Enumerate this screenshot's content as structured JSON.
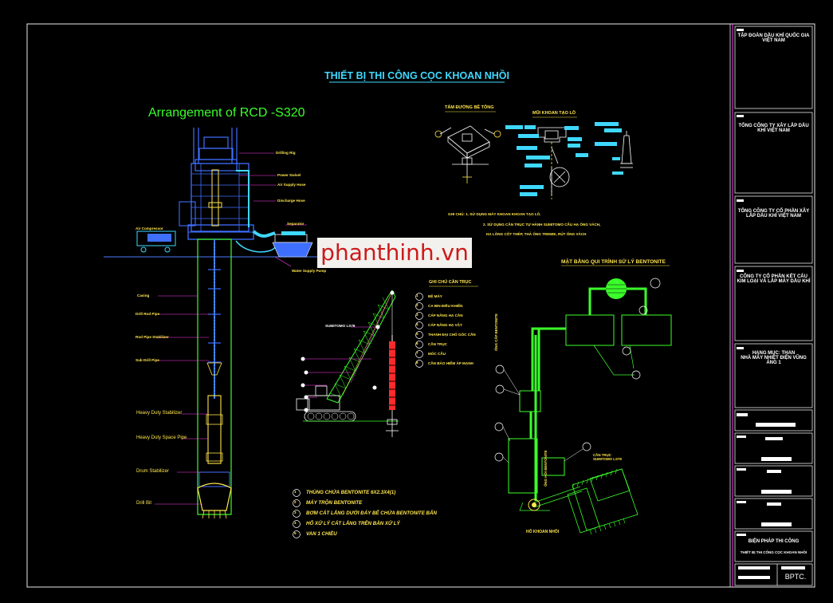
{
  "main_title": "THIẾT BỊ THI CÔNG CỌC KHOAN NHỒI",
  "arrangement_title": "Arrangement of RCD -S320",
  "watermark": "phanthinh.vn",
  "rig_labels": {
    "drilling_rig": "Drilling Rig",
    "power_swivel": "Power Swivel",
    "air_supply_hose": "Air Supply Hose",
    "discharge_hose": "Discharge Hose",
    "separator": "Separator",
    "air_compressor": "Air Compressor",
    "water_supply_pump": "Water Supply Pump",
    "casing": "Casing",
    "drill_rod_pipe": "Drill Rod Pipe",
    "rod_pipe_stabilizer": "Rod Pipe Stabilizer",
    "sub_drill_pipe": "Sub Drill Pipe",
    "heavy_duty_stabilizer": "Heavy Duty Stabilizer",
    "heavy_duty_spacer_pipe": "Heavy Duty Space Pipe",
    "drum_stabilizer": "Drum Stabilizer",
    "drill_bit": "Drill Bit"
  },
  "section_headers": {
    "guide_bed": "TẤM ĐƯỜNG BÊ TÔNG",
    "drill_bit": "MŨI KHOAN TẠO LỖ",
    "site_layout": "MẶT BẰNG QUI TRÌNH SỬ LÝ BENTONITE",
    "legend_title": "GHI CHÚ CẦN TRỤC"
  },
  "notes": [
    "GHI CHÚ:  1. SỬ DỤNG MÁY KHOAN KHOAN TẠO LỖ.",
    "2. SỬ DỤNG CẦN TRỤC TỰ HÀNH SUMITOMO CẨU HẠ ỐNG VÁCH,",
    "HẠ LỒNG CỐT THÉP, THẢ ỐNG TREMIE, RÚT ỐNG VÁCH"
  ],
  "crane_legend": [
    {
      "num": "1",
      "text": "BỆ MÁY"
    },
    {
      "num": "2",
      "text": "CA BIN ĐIỀU KHIỂN"
    },
    {
      "num": "3",
      "text": "CÁP NÂNG HẠ CẦN"
    },
    {
      "num": "4",
      "text": "CÁP NÂNG HẠ VẬT"
    },
    {
      "num": "5",
      "text": "THANH ĐẠI CHỐ GÓC CẦN"
    },
    {
      "num": "6",
      "text": "CẦN TRỤC"
    },
    {
      "num": "7",
      "text": "MÓC CẨU"
    },
    {
      "num": "8",
      "text": "CẦN BẢO HIỂM ÁP MẠNH"
    }
  ],
  "crane_label": "SUMITOMO LS78",
  "bentonite_legend": [
    {
      "num": "1",
      "text": "THÙNG CHỨA BENTONITE 6X2.3X4(1)"
    },
    {
      "num": "2",
      "text": "MÁY TRỘN BENTONITE"
    },
    {
      "num": "3",
      "text": "BƠM CÁT LẮNG DƯỚI ĐÁY BỂ CHỨA BENTONITE BẨN"
    },
    {
      "num": "4",
      "text": "HỐ XỬ LÝ CÁT LẮNG TRÊN BÀN XỬ LÝ"
    },
    {
      "num": "5",
      "text": "VAN 1 CHIỀU"
    }
  ],
  "site_labels": {
    "pipe_a": "ỐNG CẤP BENTONITE",
    "pipe_b": "ỐNG HỒI BENTONITE",
    "crane_note": "CẦN TRỤC SUMITOMO LS78",
    "hole": "HỐ KHOAN NHỒI"
  },
  "title_block": {
    "company_1": "TẬP ĐOÀN DẦU KHÍ QUỐC GIA VIỆT NAM",
    "company_2": "TỔNG CÔNG TY XÂY LẮP DẦU KHÍ VIỆT NAM",
    "company_3": "TỔNG CÔNG TY CỔ PHẦN XÂY LẮP DẦU KHÍ VIỆT NAM",
    "company_4": "CÔNG TY CỔ PHẦN KẾT CẤU KIM LOẠI VÀ LẮP MÁY DẦU KHÍ",
    "project": "HẠNG MỤC: THAN\nNHÀ MÁY NHIỆT ĐIỆN VŨNG ÁNG 1",
    "drawing_name": "BIỆN PHÁP THI CÔNG",
    "drawing_sub": "THIẾT BỊ THI CÔNG CỌC KHOAN NHỒI",
    "code": "BPTC."
  }
}
